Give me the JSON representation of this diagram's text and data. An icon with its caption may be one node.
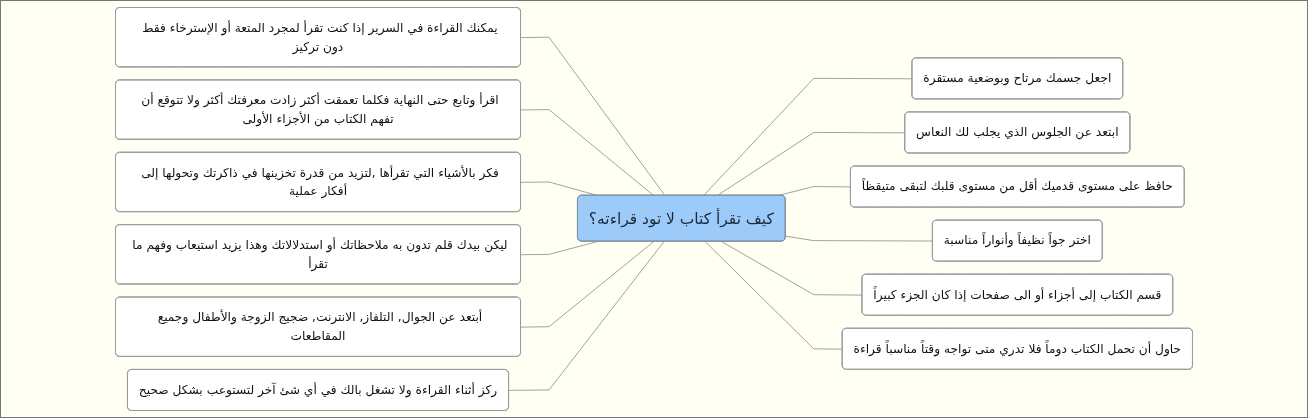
{
  "diagram": {
    "nodes": [
      {
        "text": [
          "كيف تقرأ كتاب لا تود قراءته؟"
        ]
      },
      {
        "text": [
          "اجعل جسمك مرتاح وبوضعية مستقرة"
        ]
      },
      {
        "text": [
          "ابتعد عن الجلوس الذي يجلب لك النعاس"
        ]
      },
      {
        "text": [
          "حافظ على مستوى قدميك أقل من مستوى قلبك لتبقى متيقظاً"
        ]
      },
      {
        "text": [
          "اختر جواً نظيفاً وأنواراً مناسبة"
        ]
      },
      {
        "text": [
          "قسم الكتاب إلى أجزاء أو الى صفحات إذا كان الجزء كبيراً"
        ]
      },
      {
        "text": [
          "حاول أن تحمل الكتاب دوماً فلا تدري متى تواجه وقتاً مناسباً قراءة"
        ]
      },
      {
        "text": [
          "يمكنك القراءة في السرير إذا كنت تقرأ لمجرد المتعة أو الإسترخاء فقط دون تركيز"
        ]
      },
      {
        "text": [
          "اقرأ وتابع حتى النهاية فكلما تعمقت أكثر زادت معرفتك أكثر ولا تتوقع أن تفهم الكتاب من الأجزاء الأولى"
        ]
      },
      {
        "text": [
          "فكر بالأشياء التي تقرأها ,لتزيد من قدرة تخزينها في ذاكرتك وتحولها إلى أفكار عملية"
        ]
      },
      {
        "text": [
          "ليكن بيدك قلم تدون به ملاحظاتك أو استدلالاتك وهذا يزيد استيعاب وفهم ما تقرأ"
        ]
      },
      {
        "text": [
          "أبتعد عن الجوال, التلفاز, الانترنت, ضجيج الزوجة والأطفال وجميع المقاطعات"
        ]
      },
      {
        "text": [
          "ركز أثناء القراءة ولا تشغل بالك في أي شئ آخر لتستوعب بشكل صحيح"
        ]
      }
    ],
    "edges": [
      {
        "from": 0,
        "to": 1,
        "arrow": "none"
      },
      {
        "from": 0,
        "to": 2,
        "arrow": "none"
      },
      {
        "from": 0,
        "to": 3,
        "arrow": "none"
      },
      {
        "from": 0,
        "to": 4,
        "arrow": "none"
      },
      {
        "from": 0,
        "to": 5,
        "arrow": "none"
      },
      {
        "from": 0,
        "to": 6,
        "arrow": "none"
      },
      {
        "from": 7,
        "to": 0,
        "arrow": "none"
      },
      {
        "from": 8,
        "to": 0,
        "arrow": "none"
      },
      {
        "from": 9,
        "to": 0,
        "arrow": "none"
      },
      {
        "from": 10,
        "to": 0,
        "arrow": "none"
      },
      {
        "from": 11,
        "to": 0,
        "arrow": "none"
      },
      {
        "from": 12,
        "to": 0,
        "arrow": "none"
      }
    ]
  }
}
